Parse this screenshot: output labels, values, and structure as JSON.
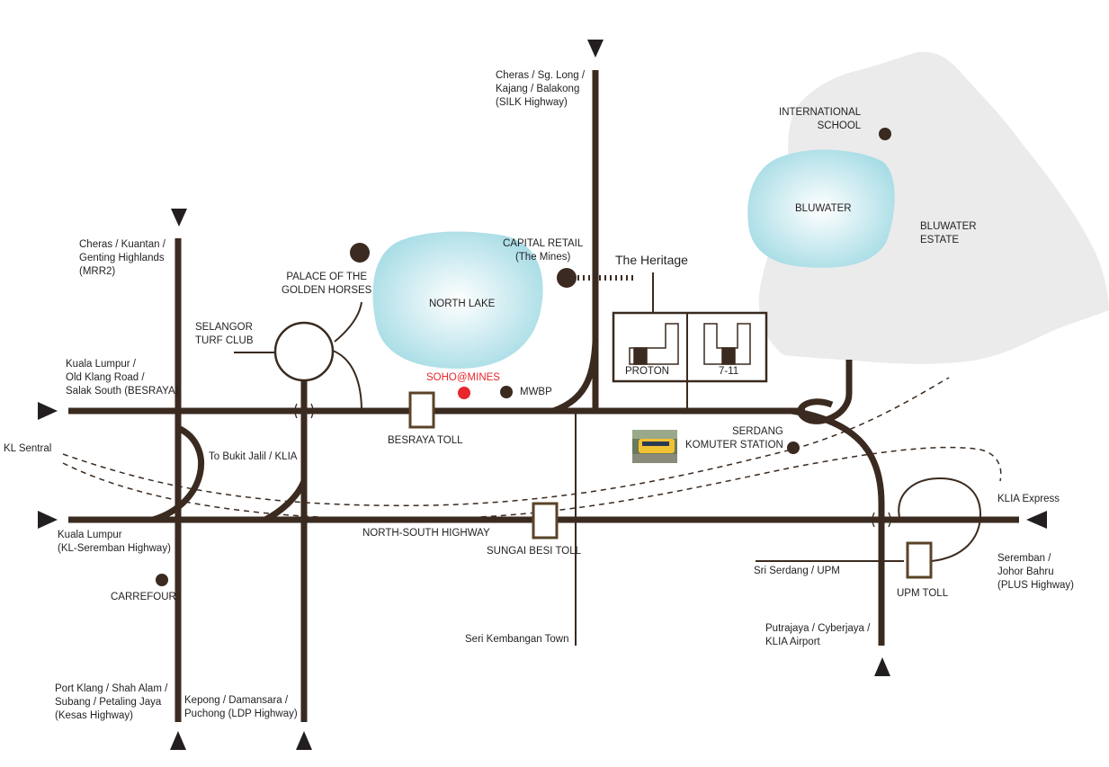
{
  "colors": {
    "road": "#3a2a1f",
    "lake": "#a9dde6",
    "estate": "#ebebeb",
    "highlight": "#e8262c",
    "toll": "#5a4327"
  },
  "icons": {
    "direction_arrow": "arrowhead-icon",
    "poi": "dot-icon",
    "station_photo": "train-photo-icon"
  },
  "labels": {
    "silk": [
      "Cheras / Sg. Long /",
      "Kajang / Balakong",
      "(SILK Highway)"
    ],
    "mrr2": [
      "Cheras / Kuantan /",
      "Genting Highlands",
      "(MRR2)"
    ],
    "palace": [
      "PALACE OF THE",
      "GOLDEN HORSES"
    ],
    "turf": [
      "SELANGOR",
      "TURF CLUB"
    ],
    "north_lake": "NORTH LAKE",
    "capital": [
      "CAPITAL RETAIL",
      "(The Mines)"
    ],
    "heritage": "The Heritage",
    "proton": "PROTON",
    "seven11": "7-11",
    "intl_school": [
      "INTERNATIONAL",
      "SCHOOL"
    ],
    "bluwater": "BLUWATER",
    "bluwater_estate": [
      "BLUWATER",
      "ESTATE"
    ],
    "besraya_road": [
      "Kuala Lumpur /",
      "Old Klang Road /",
      "Salak South (BESRAYA)"
    ],
    "soho": "SOHO@MINES",
    "mwbp": "MWBP",
    "besraya_toll": "BESRAYA TOLL",
    "serdang": [
      "SERDANG",
      "KOMUTER STATION"
    ],
    "kl_sentral": "KL Sentral",
    "bukit_jalil": "To Bukit Jalil / KLIA",
    "klia_express": "KLIA Express",
    "kl_seremban": [
      "Kuala Lumpur",
      "(KL-Seremban Highway)"
    ],
    "nsh": "NORTH-SOUTH HIGHWAY",
    "sungai_besi": "SUNGAI BESI TOLL",
    "sri_serdang": "Sri Serdang / UPM",
    "seremban": [
      "Seremban /",
      "Johor Bahru",
      "(PLUS Highway)"
    ],
    "upm_toll": "UPM TOLL",
    "carrefour": "CARREFOUR",
    "seri_kembangan": "Seri Kembangan Town",
    "putrajaya": [
      "Putrajaya / Cyberjaya /",
      "KLIA Airport"
    ],
    "kesas": [
      "Port Klang / Shah Alam /",
      "Subang / Petaling Jaya",
      "(Kesas Highway)"
    ],
    "ldp": [
      "Kepong / Damansara /",
      "Puchong (LDP Highway)"
    ]
  }
}
